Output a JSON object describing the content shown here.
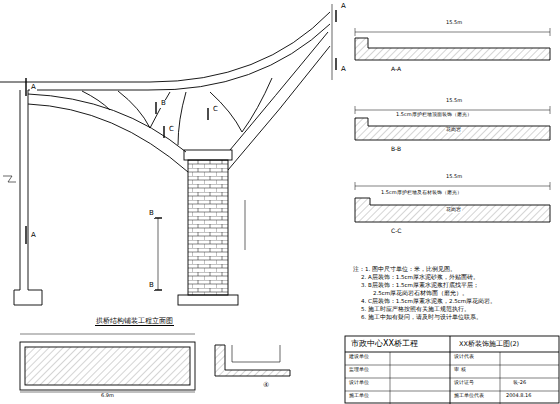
{
  "diagram": {
    "labels": [
      "A",
      "A",
      "A",
      "A",
      "B",
      "C",
      "C",
      "B",
      "B",
      "拱桥结构铺装工程立面图",
      "6.9m",
      "④",
      "15.5m",
      "A-A",
      "15.5m",
      "1.5cm厚护栏墙顶面装饰（磨光）",
      "花岗岩",
      "B-B",
      "15.5m",
      "1.5cm厚护栏墙及石材装饰（磨光）",
      "花岗岩",
      "C-C",
      "注：1. 图中尺寸单位：米，比例见图。",
      "2. A层装饰：1.5cm厚水泥砂浆，外贴面砖。",
      "3. B层装饰：1.5cm厚素水泥浆打底找平层；",
      "2.5cm厚花岗岩石材饰面（磨光）。",
      "4. C层装饰：1.5cm厚素水泥浆，2.5cm厚花岗岩。",
      "5. 施工时应严格按照有关施工规范执行。",
      "6. 施工中如有疑问，请及时与设计单位联系。",
      "市政中心XX桥工程",
      "XX桥装饰施工图(2)",
      "建设单位",
      "设计代表",
      "监理单位",
      "审 核",
      "设计单位",
      "设计证号",
      "装-26",
      "施工单位",
      "施工单位代表",
      "2004.8.16"
    ]
  }
}
